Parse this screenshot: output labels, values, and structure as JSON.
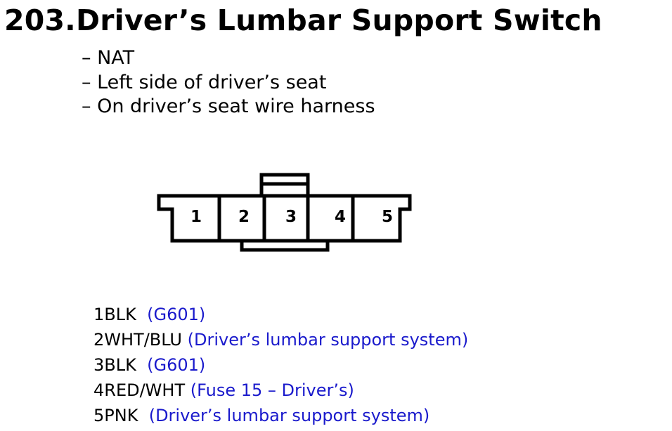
{
  "title": "203.Driver’s Lumbar Support Switch",
  "notes": [
    "– NAT",
    "– Left side of driver’s seat",
    "– On driver’s seat wire harness"
  ],
  "connector": {
    "pin_labels": [
      "1",
      "2",
      "3",
      "4",
      "5"
    ]
  },
  "pins": [
    {
      "wire": "1BLK  ",
      "circuit": "(G601)"
    },
    {
      "wire": "2WHT/BLU ",
      "circuit": "(Driver’s lumbar support system)"
    },
    {
      "wire": "3BLK  ",
      "circuit": "(G601)"
    },
    {
      "wire": "4RED/WHT ",
      "circuit": "(Fuse 15 – Driver’s)"
    },
    {
      "wire": "5PNK  ",
      "circuit": "(Driver’s lumbar support system)"
    }
  ],
  "colors": {
    "text": "#000000",
    "circuit_text": "#1a1acc"
  }
}
